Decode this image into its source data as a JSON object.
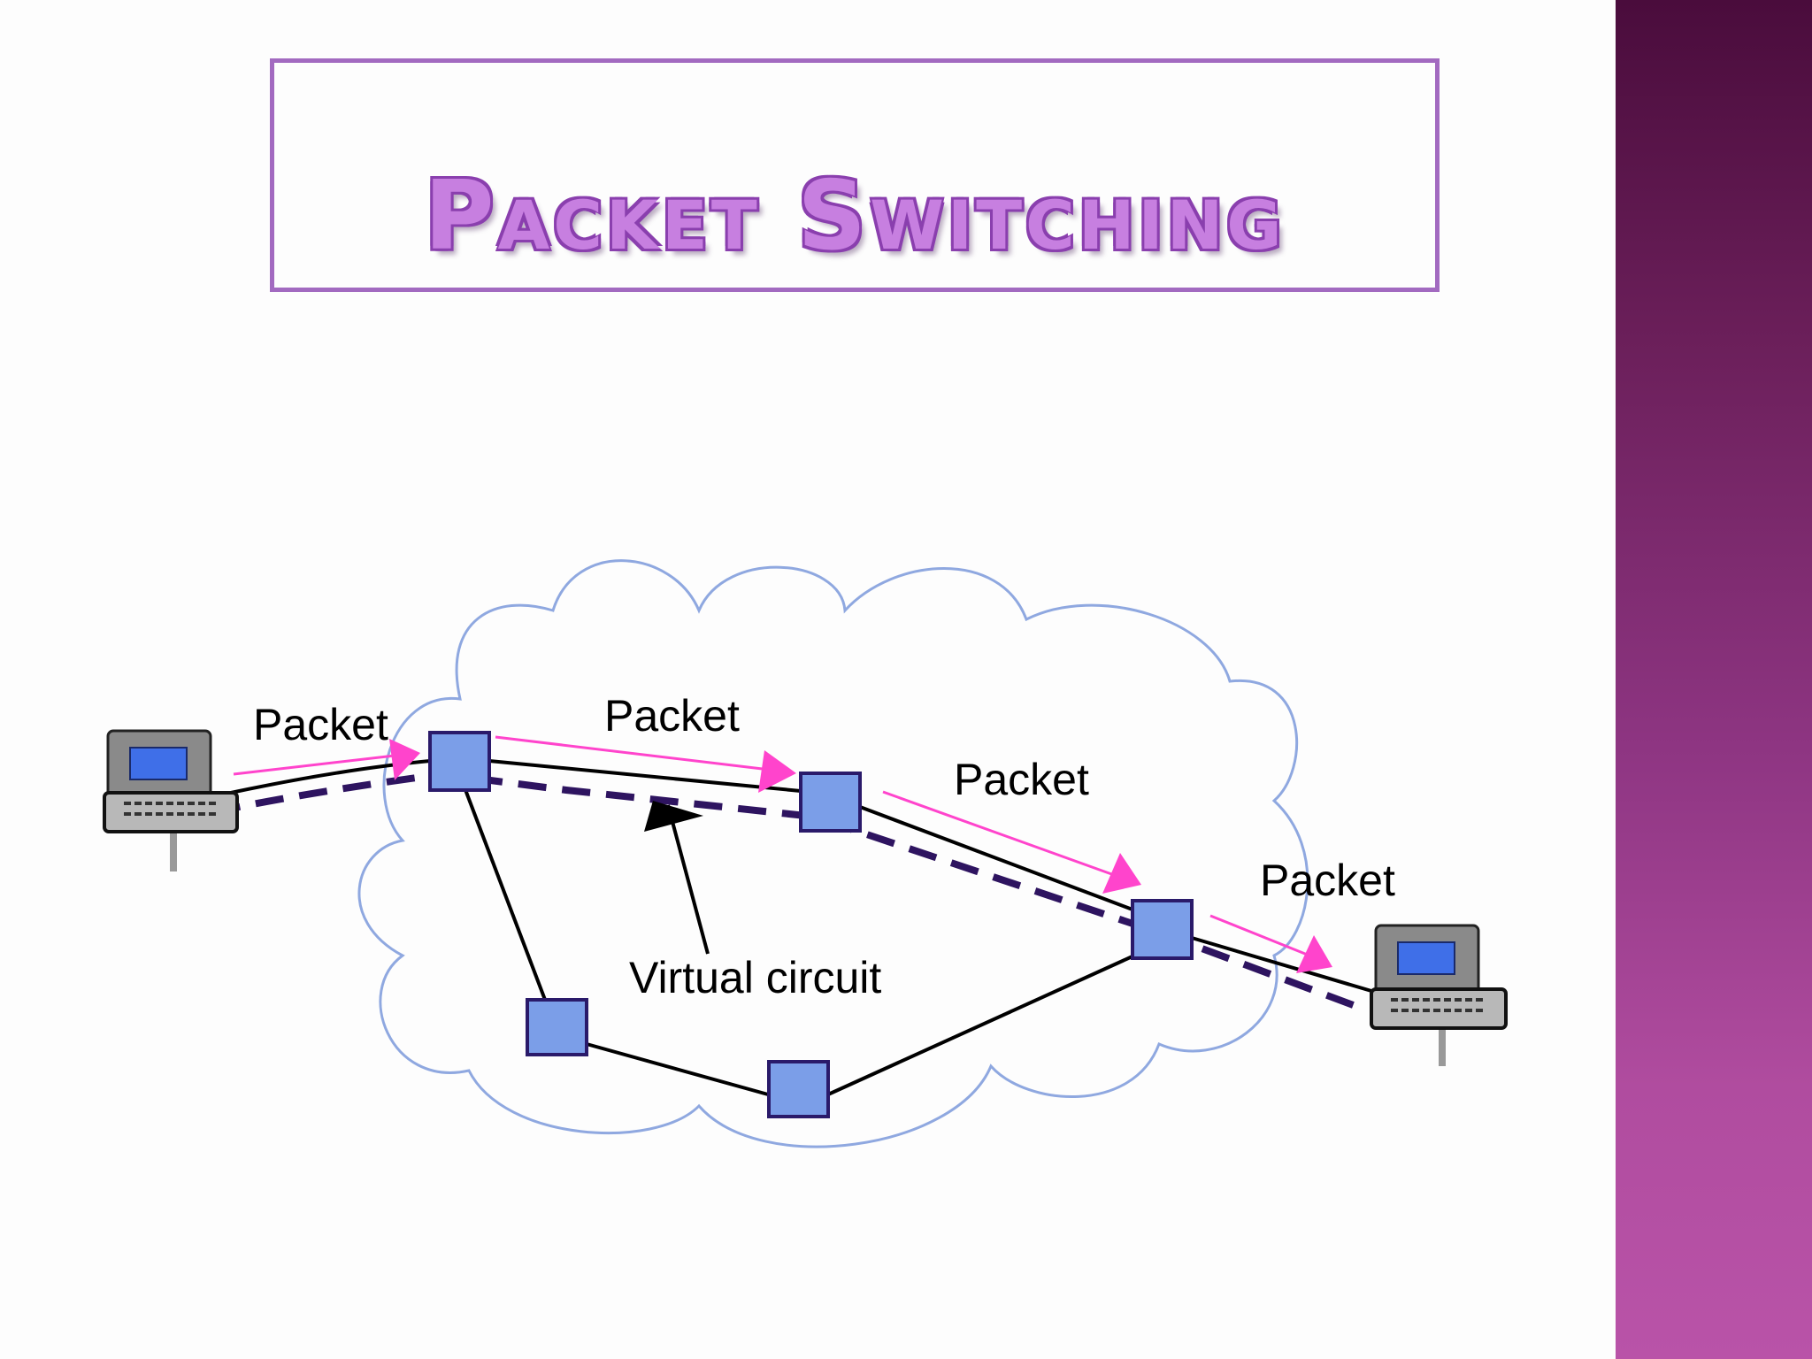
{
  "slide": {
    "title": "Packet Switching"
  },
  "diagram": {
    "packet_labels": [
      "Packet",
      "Packet",
      "Packet",
      "Packet"
    ],
    "virtual_circuit_label": "Virtual circuit"
  },
  "colors": {
    "title_fill": "#c77fe0",
    "title_border": "#a26ac0",
    "cloud_stroke": "#8fa8e0",
    "router_fill": "#7b9ee8",
    "router_stroke": "#2a1a6a",
    "packet_arrow": "#ff44cc",
    "virtual_circuit_dash": "#2e1460",
    "sidebar": "#8e3582"
  }
}
